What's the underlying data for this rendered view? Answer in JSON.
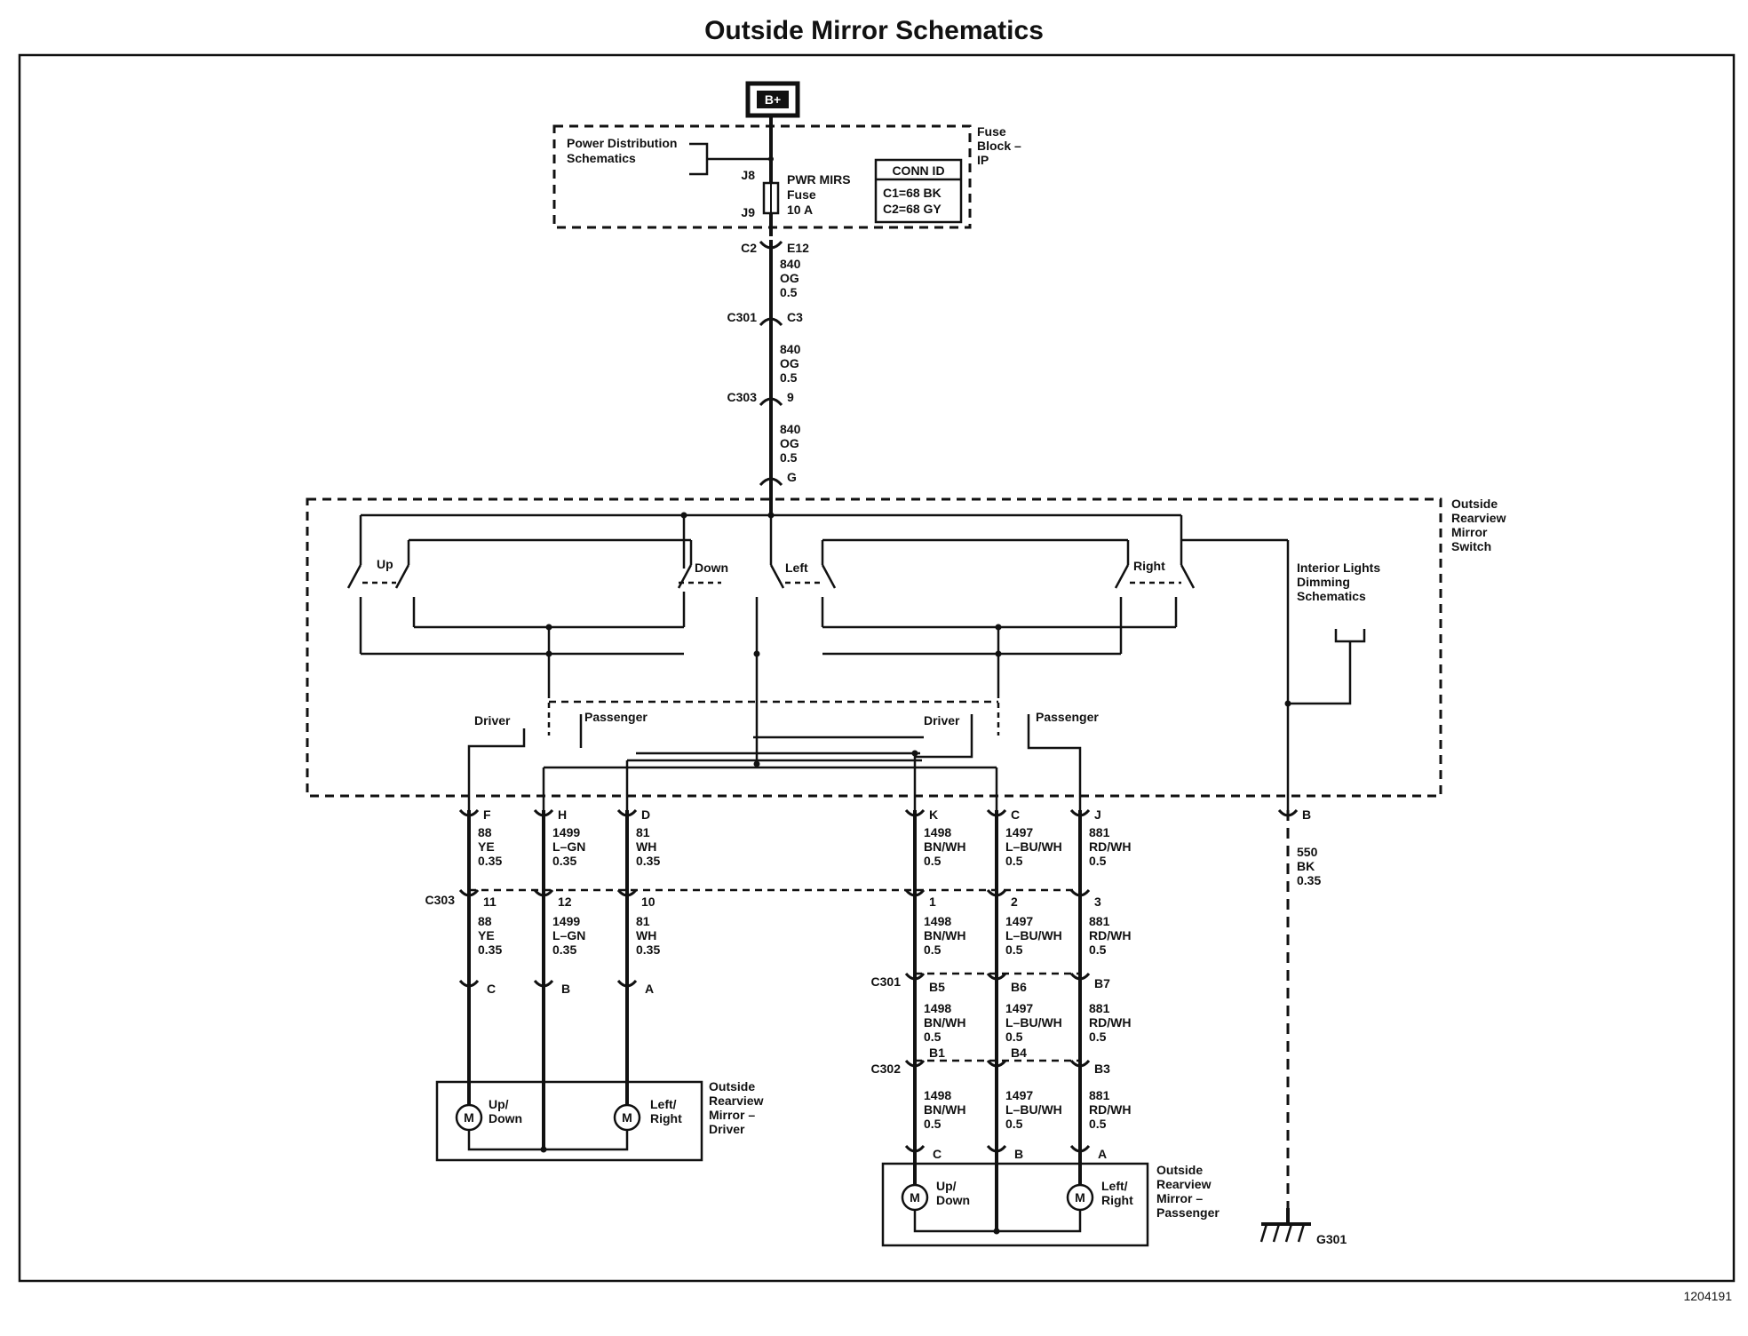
{
  "title": "Outside Mirror Schematics",
  "footer_id": "1204191",
  "power": {
    "label": "B+"
  },
  "fuse_block": {
    "title_lines": [
      "Fuse",
      "Block –",
      "IP"
    ],
    "pds_lines": [
      "Power Distribution",
      "Schematics"
    ],
    "pin_top": "J8",
    "pin_bottom": "J9",
    "fuse_lines": [
      "PWR MIRS",
      "Fuse",
      "10 A"
    ],
    "conn_header": "CONN ID",
    "conn_lines": [
      "C1=68 BK",
      "C2=68 GY"
    ]
  },
  "feed_connectors": [
    {
      "left": "C2",
      "right": "E12"
    },
    {
      "left": "C301",
      "right": "C3"
    },
    {
      "left": "C303",
      "right": "9"
    },
    {
      "left": "",
      "right": "G"
    }
  ],
  "feed_wires": [
    [
      "840",
      "OG",
      "0.5"
    ],
    [
      "840",
      "OG",
      "0.5"
    ],
    [
      "840",
      "OG",
      "0.5"
    ]
  ],
  "switch": {
    "title_lines": [
      "Outside",
      "Rearview",
      "Mirror",
      "Switch"
    ],
    "contacts": {
      "up": "Up",
      "down": "Down",
      "left": "Left",
      "right": "Right"
    },
    "selector": {
      "driver_1": "Driver",
      "passenger_1": "Passenger",
      "driver_2": "Driver",
      "passenger_2": "Passenger"
    },
    "dimming_lines": [
      "Interior Lights",
      "Dimming",
      "Schematics"
    ]
  },
  "pins_top": [
    "F",
    "H",
    "D",
    "K",
    "C",
    "J",
    "B"
  ],
  "wires_top": [
    [
      "88",
      "YE",
      "0.35"
    ],
    [
      "1499",
      "L–GN",
      "0.35"
    ],
    [
      "81",
      "WH",
      "0.35"
    ],
    [
      "1498",
      "BN/WH",
      "0.5"
    ],
    [
      "1497",
      "L–BU/WH",
      "0.5"
    ],
    [
      "881",
      "RD/WH",
      "0.5"
    ],
    [
      "550",
      "BK",
      "0.35"
    ]
  ],
  "c303": {
    "name": "C303",
    "pins": [
      "11",
      "12",
      "10",
      "1",
      "2",
      "3"
    ]
  },
  "wires_mid": [
    [
      "88",
      "YE",
      "0.35"
    ],
    [
      "1499",
      "L–GN",
      "0.35"
    ],
    [
      "81",
      "WH",
      "0.35"
    ],
    [
      "1498",
      "BN/WH",
      "0.5"
    ],
    [
      "1497",
      "L–BU/WH",
      "0.5"
    ],
    [
      "881",
      "RD/WH",
      "0.5"
    ]
  ],
  "driver_mirror": {
    "pins": [
      "C",
      "B",
      "A"
    ],
    "title_lines": [
      "Outside",
      "Rearview",
      "Mirror –",
      "Driver"
    ],
    "motor_symbol": "M",
    "motor_ud_lines": [
      "Up/",
      "Down"
    ],
    "motor_lr_lines": [
      "Left/",
      "Right"
    ]
  },
  "c301_pass": {
    "name": "C301",
    "pins": [
      "B5",
      "B6",
      "B7"
    ]
  },
  "wires_c301": [
    [
      "1498",
      "BN/WH",
      "0.5"
    ],
    [
      "1497",
      "L–BU/WH",
      "0.5"
    ],
    [
      "881",
      "RD/WH",
      "0.5"
    ]
  ],
  "c302": {
    "name": "C302",
    "pins": [
      "B1",
      "B4",
      "B3"
    ]
  },
  "wires_c302": [
    [
      "1498",
      "BN/WH",
      "0.5"
    ],
    [
      "1497",
      "L–BU/WH",
      "0.5"
    ],
    [
      "881",
      "RD/WH",
      "0.5"
    ]
  ],
  "passenger_mirror": {
    "pins": [
      "C",
      "B",
      "A"
    ],
    "title_lines": [
      "Outside",
      "Rearview",
      "Mirror –",
      "Passenger"
    ],
    "motor_symbol": "M",
    "motor_ud_lines": [
      "Up/",
      "Down"
    ],
    "motor_lr_lines": [
      "Left/",
      "Right"
    ]
  },
  "ground": {
    "label": "G301"
  }
}
